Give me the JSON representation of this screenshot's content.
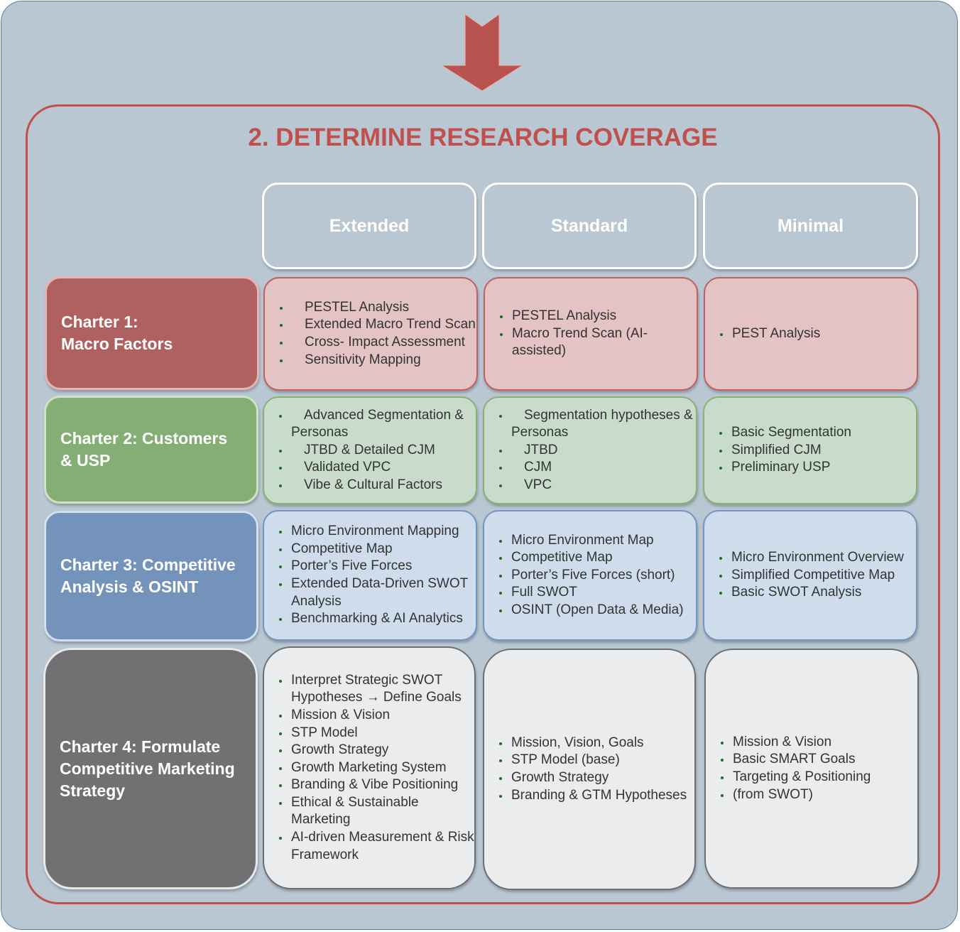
{
  "diagram": {
    "title": "2. DETERMINE RESEARCH COVERAGE",
    "arrow_icon": "down-arrow-icon",
    "colors": {
      "accent": "#c0504d",
      "background": "#b9c7d2",
      "macro": "#ae6160",
      "customers": "#85ae74",
      "competitive": "#7393bb",
      "strategy": "#717173",
      "bullet": "#1f6e1f"
    },
    "columns": [
      {
        "label": "Extended"
      },
      {
        "label": "Standard"
      },
      {
        "label": "Minimal"
      }
    ],
    "rows": [
      {
        "charter": "Charter 1:\nMacro Factors",
        "extended": [
          "PESTEL Analysis",
          "Extended Macro Trend Scan",
          "Cross- Impact Assessment",
          "Sensitivity Mapping"
        ],
        "standard": [
          "PESTEL Analysis",
          "Macro Trend Scan (AI-assisted)"
        ],
        "minimal": [
          "PEST Analysis"
        ]
      },
      {
        "charter": "Charter 2: Customers\n & USP",
        "extended": [
          "Advanced Segmentation & Personas",
          "JTBD & Detailed CJM",
          "Validated VPC",
          "Vibe & Cultural Factors"
        ],
        "standard": [
          "Segmentation hypotheses & Personas",
          "JTBD",
          "CJM",
          "VPC"
        ],
        "minimal": [
          "Basic Segmentation",
          "Simplified CJM",
          "Preliminary USP"
        ]
      },
      {
        "charter": "Charter 3: Competitive\n Analysis & OSINT",
        "extended": [
          "Micro Environment Mapping",
          "Competitive Map",
          "Porter’s Five Forces",
          "Extended Data-Driven SWOT Analysis",
          "Benchmarking & AI Analytics"
        ],
        "standard": [
          "Micro Environment Map",
          "Competitive Map",
          "Porter’s Five Forces (short)",
          "Full SWOT",
          "OSINT (Open Data & Media)"
        ],
        "minimal": [
          "Micro Environment Overview",
          "Simplified Competitive Map",
          "Basic SWOT Analysis"
        ]
      },
      {
        "charter": "Charter 4: Formulate\nCompetitive Marketing\nStrategy",
        "extended": [
          "Interpret Strategic SWOT Hypotheses → Define Goals",
          "Mission & Vision",
          "STP Model",
          "Growth Strategy",
          "Growth Marketing System",
          "Branding & Vibe Positioning",
          "Ethical & Sustainable Marketing",
          "AI-driven Measurement & Risk Framework"
        ],
        "standard": [
          "Mission, Vision, Goals",
          "STP Model (base)",
          "Growth Strategy",
          "Branding & GTM Hypotheses"
        ],
        "minimal": [
          "Mission & Vision",
          "Basic SMART Goals",
          "Targeting & Positioning",
          "(from SWOT)"
        ]
      }
    ]
  }
}
